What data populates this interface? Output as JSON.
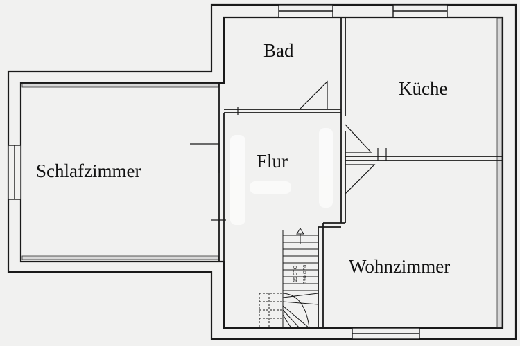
{
  "rooms": {
    "bad": "Bad",
    "kueche": "Küche",
    "flur": "Flur",
    "schlafzimmer": "Schlafzimmer",
    "wohnzimmer": "Wohnzimmer"
  },
  "stairs": {
    "steps": "15 STG",
    "dimension": "190 /260"
  },
  "colors": {
    "paper": "#f1f1f0",
    "ink": "#1a1a1a"
  }
}
